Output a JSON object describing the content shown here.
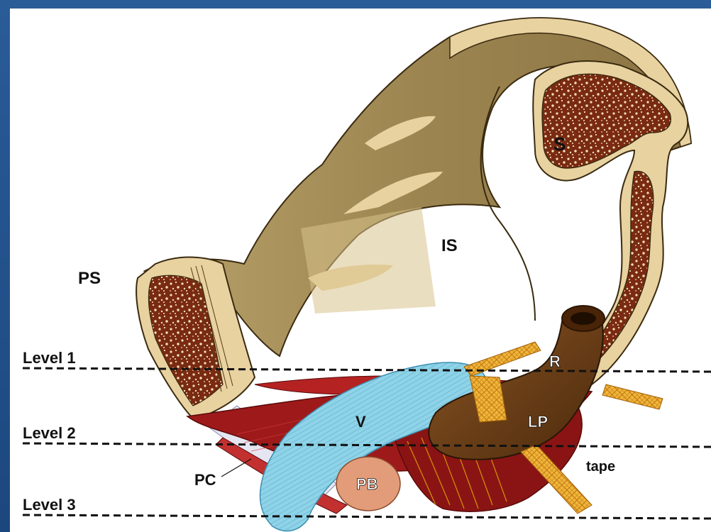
{
  "labels": {
    "sacrum": "S",
    "ischial_spine": "IS",
    "pubic_symphysis": "PS",
    "rectum": "R",
    "vagina": "V",
    "levator_plate": "LP",
    "perineal_body": "PB",
    "pubococcygeus": "PC",
    "tape": "tape"
  },
  "levels": [
    "Level 1",
    "Level 2",
    "Level 3"
  ],
  "colors": {
    "background": "#1f4e86",
    "bone": "#9c8550",
    "bone_light": "#e8d2a0",
    "marrow": "#7a2a12",
    "muscle": "#9e1a1a",
    "vagina": "#8ed3e8",
    "rectum": "#6b3a14",
    "tape": "#f0b73a",
    "perineal_body": "#e39c7a"
  }
}
